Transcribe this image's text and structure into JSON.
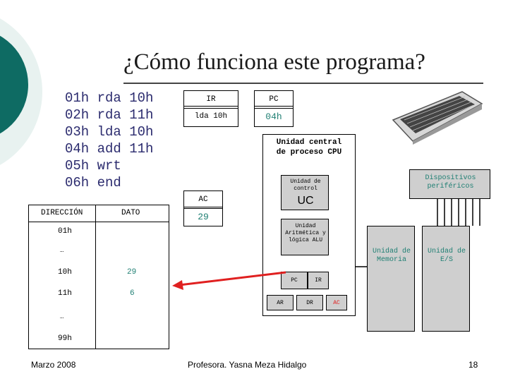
{
  "slide": {
    "title": "¿Cómo funciona este programa?",
    "footer_left": "Marzo 2008",
    "footer_center": "Profesora. Yasna Meza Hidalgo",
    "footer_right": "18"
  },
  "program": [
    "01h rda 10h",
    "02h rda 11h",
    "03h lda 10h",
    "04h add 11h",
    "05h wrt",
    "06h end"
  ],
  "registers": {
    "ir_label": "IR",
    "ir_value": "lda 10h",
    "pc_label": "PC",
    "pc_value": "04h",
    "ac_label": "AC",
    "ac_value": "29"
  },
  "cpu": {
    "title": "Unidad central de proceso CPU",
    "uc_small": "Unidad de control",
    "uc_big": "UC",
    "alu": "Unidad Aritmética y lógica ALU",
    "pc": "PC",
    "ir": "IR",
    "ar": "AR",
    "dr": "DR",
    "ac": "AC"
  },
  "devices": {
    "peripherals": "Dispositivos periféricos",
    "memory": "Unidad de Memoria",
    "io": "Unidad de E/S"
  },
  "memory_table": {
    "header_address": "DIRECCIÓN",
    "header_data": "DATO",
    "rows": [
      {
        "address": "01h",
        "data": ""
      },
      {
        "address": "…",
        "data": ""
      },
      {
        "address": "10h",
        "data": "29"
      },
      {
        "address": "11h",
        "data": "6"
      },
      {
        "address": "…",
        "data": ""
      },
      {
        "address": "99h",
        "data": ""
      }
    ]
  },
  "colors": {
    "accent_teal": "#0e6b63",
    "program_text": "#2b2b6e",
    "value_teal": "#1f7f73",
    "arrow_red": "#e02020",
    "device_text": "#1f7f73"
  }
}
